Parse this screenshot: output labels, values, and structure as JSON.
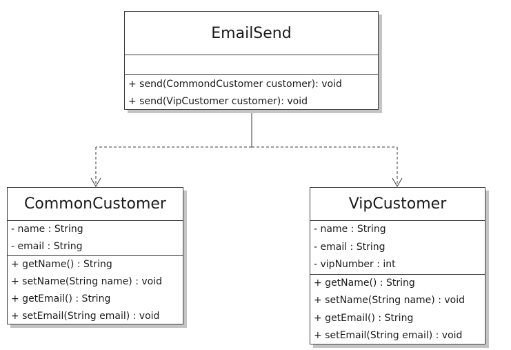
{
  "diagram": {
    "classes": {
      "email_send": {
        "name": "EmailSend",
        "attributes": [],
        "operations": [
          "+ send(CommondCustomer customer): void",
          "+ send(VipCustomer customer): void"
        ]
      },
      "common_customer": {
        "name": "CommonCustomer",
        "attributes": [
          "- name : String",
          "- email : String"
        ],
        "operations": [
          "+ getName() : String",
          "+ setName(String name) : void",
          "+ getEmail() : String",
          "+ setEmail(String email) : void"
        ]
      },
      "vip_customer": {
        "name": "VipCustomer",
        "attributes": [
          "- name : String",
          "- email : String",
          "- vipNumber : int"
        ],
        "operations": [
          "+ getName() : String",
          "+ setName(String name) : void",
          "+ getEmail() : String",
          "+ setEmail(String email) : void"
        ]
      }
    },
    "relationships": [
      {
        "type": "dependency",
        "from": "EmailSend",
        "to": "CommonCustomer",
        "line": "dashed",
        "arrow": "open-arrow"
      },
      {
        "type": "dependency",
        "from": "EmailSend",
        "to": "VipCustomer",
        "line": "dashed",
        "arrow": "open-arrow"
      }
    ],
    "colors": {
      "border": "#3a3a3a",
      "shadow": "#c4c4c4",
      "text": "#1a1a1a",
      "background": "#ffffff"
    }
  }
}
